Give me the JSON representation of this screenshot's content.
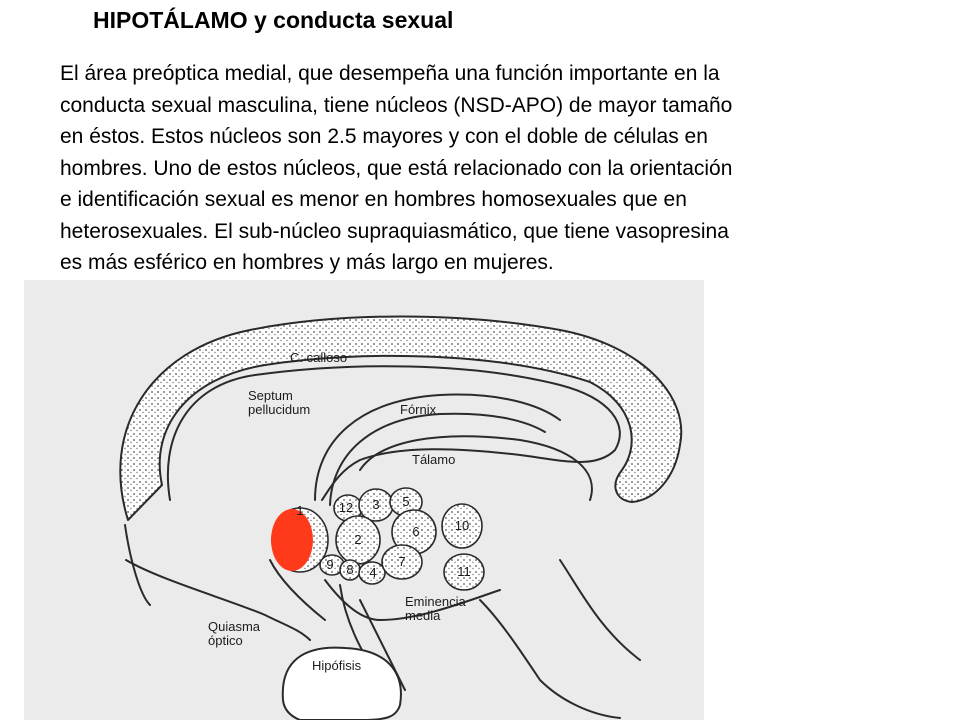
{
  "slide": {
    "title": "HIPOTÁLAMO y conducta sexual",
    "body_lines": [
      "El área preóptica medial, que desempeña una función importante en la",
      "conducta sexual masculina, tiene núcleos (NSD-APO) de mayor tamaño",
      "en éstos.  Estos núcleos son 2.5 mayores y con el doble de células en",
      "hombres.  Uno de estos núcleos, que está relacionado con la orientación",
      "e identificación sexual es menor en hombres homosexuales que en",
      "heterosexuales. El sub-núcleo supraquiasmático, que tiene vasopresina",
      "es más esférico en hombres y más largo en mujeres."
    ]
  },
  "figure": {
    "labels": {
      "callosum": "C. calloso",
      "septum_1": "Septum",
      "septum_2": "pellucidum",
      "fornix": "Fórnix",
      "thalamus": "Tálamo",
      "eminence_1": "Eminencia",
      "eminence_2": "media",
      "chiasm_1": "Quiasma",
      "chiasm_2": "óptico",
      "pituitary": "Hipófisis"
    },
    "nuclei": [
      "1",
      "2",
      "3",
      "4",
      "5",
      "6",
      "7",
      "8",
      "9",
      "10",
      "11",
      "12"
    ],
    "highlight_color": "#ff3a1a",
    "line_color": "#2a2a2a",
    "paper_color": "#ebebeb"
  }
}
